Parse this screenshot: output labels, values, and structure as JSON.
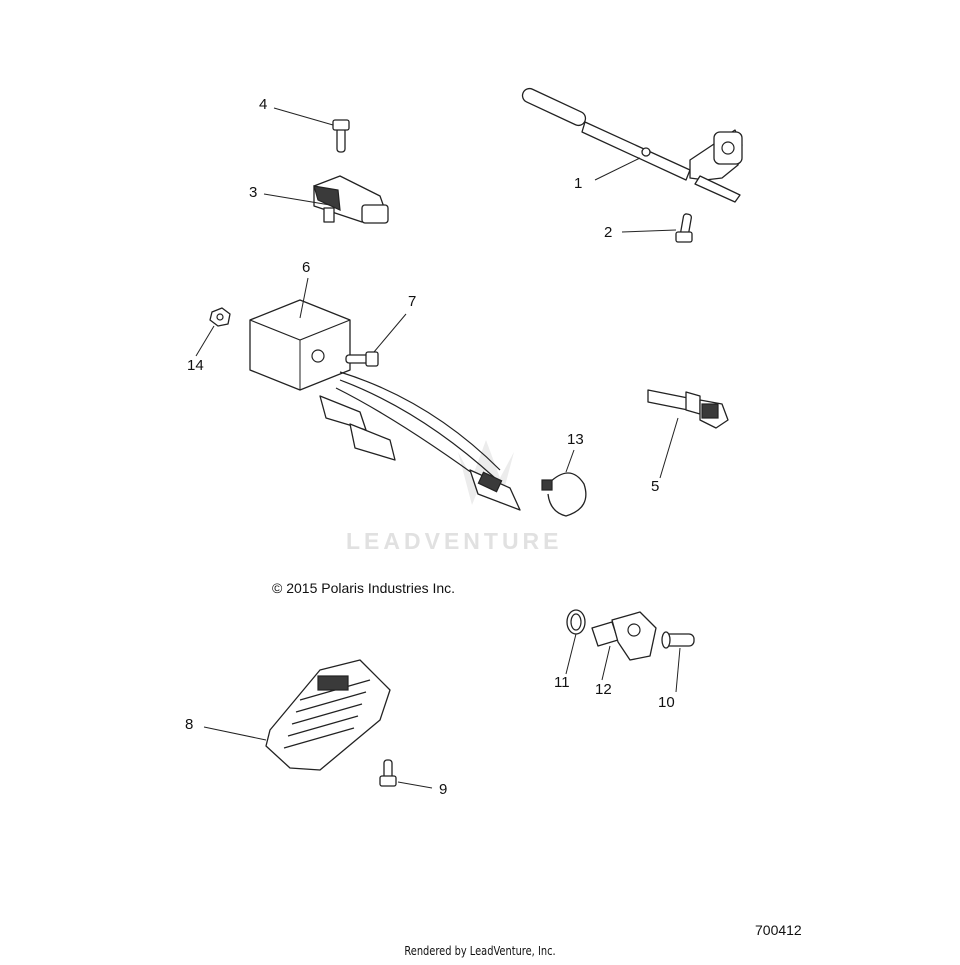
{
  "watermark": "LEADVENTURE",
  "copyright": "© 2015 Polaris Industries Inc.",
  "diagram_id": "700412",
  "rendered_by": "Rendered by LeadVenture, Inc.",
  "callouts": [
    "1",
    "2",
    "3",
    "4",
    "5",
    "6",
    "7",
    "8",
    "9",
    "10",
    "11",
    "12",
    "13",
    "14"
  ]
}
